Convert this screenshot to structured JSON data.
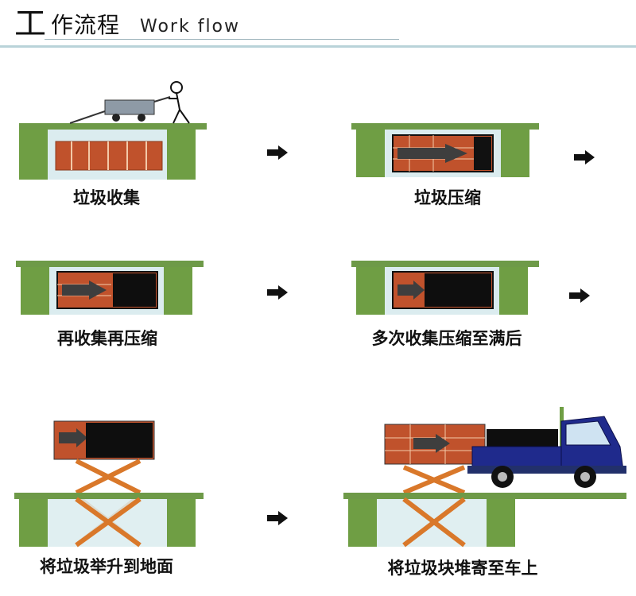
{
  "header": {
    "title_first_char": "工",
    "title_rest": "作流程",
    "title_en": "Work flow"
  },
  "steps": [
    {
      "label": "垃圾收集"
    },
    {
      "label": "垃圾压缩"
    },
    {
      "label": "再收集再压缩"
    },
    {
      "label": "多次收集压缩至满后"
    },
    {
      "label": "将垃圾举升到地面"
    },
    {
      "label": "将垃圾块堆寄至车上"
    }
  ],
  "colors": {
    "ground": "#6e9a48",
    "pillar": "#6f9e44",
    "box_bg": "#dbecef",
    "wood": "#c0522c",
    "wood_line": "#f3c9a8",
    "scissor": "#d9782a",
    "truck_blue": "#1f2a8c",
    "arrow": "#111111"
  },
  "icons": [
    "cart-icon",
    "stick-figure-icon",
    "arrow-right-icon",
    "compressor-ram-icon",
    "scissor-lift-icon",
    "truck-icon"
  ]
}
